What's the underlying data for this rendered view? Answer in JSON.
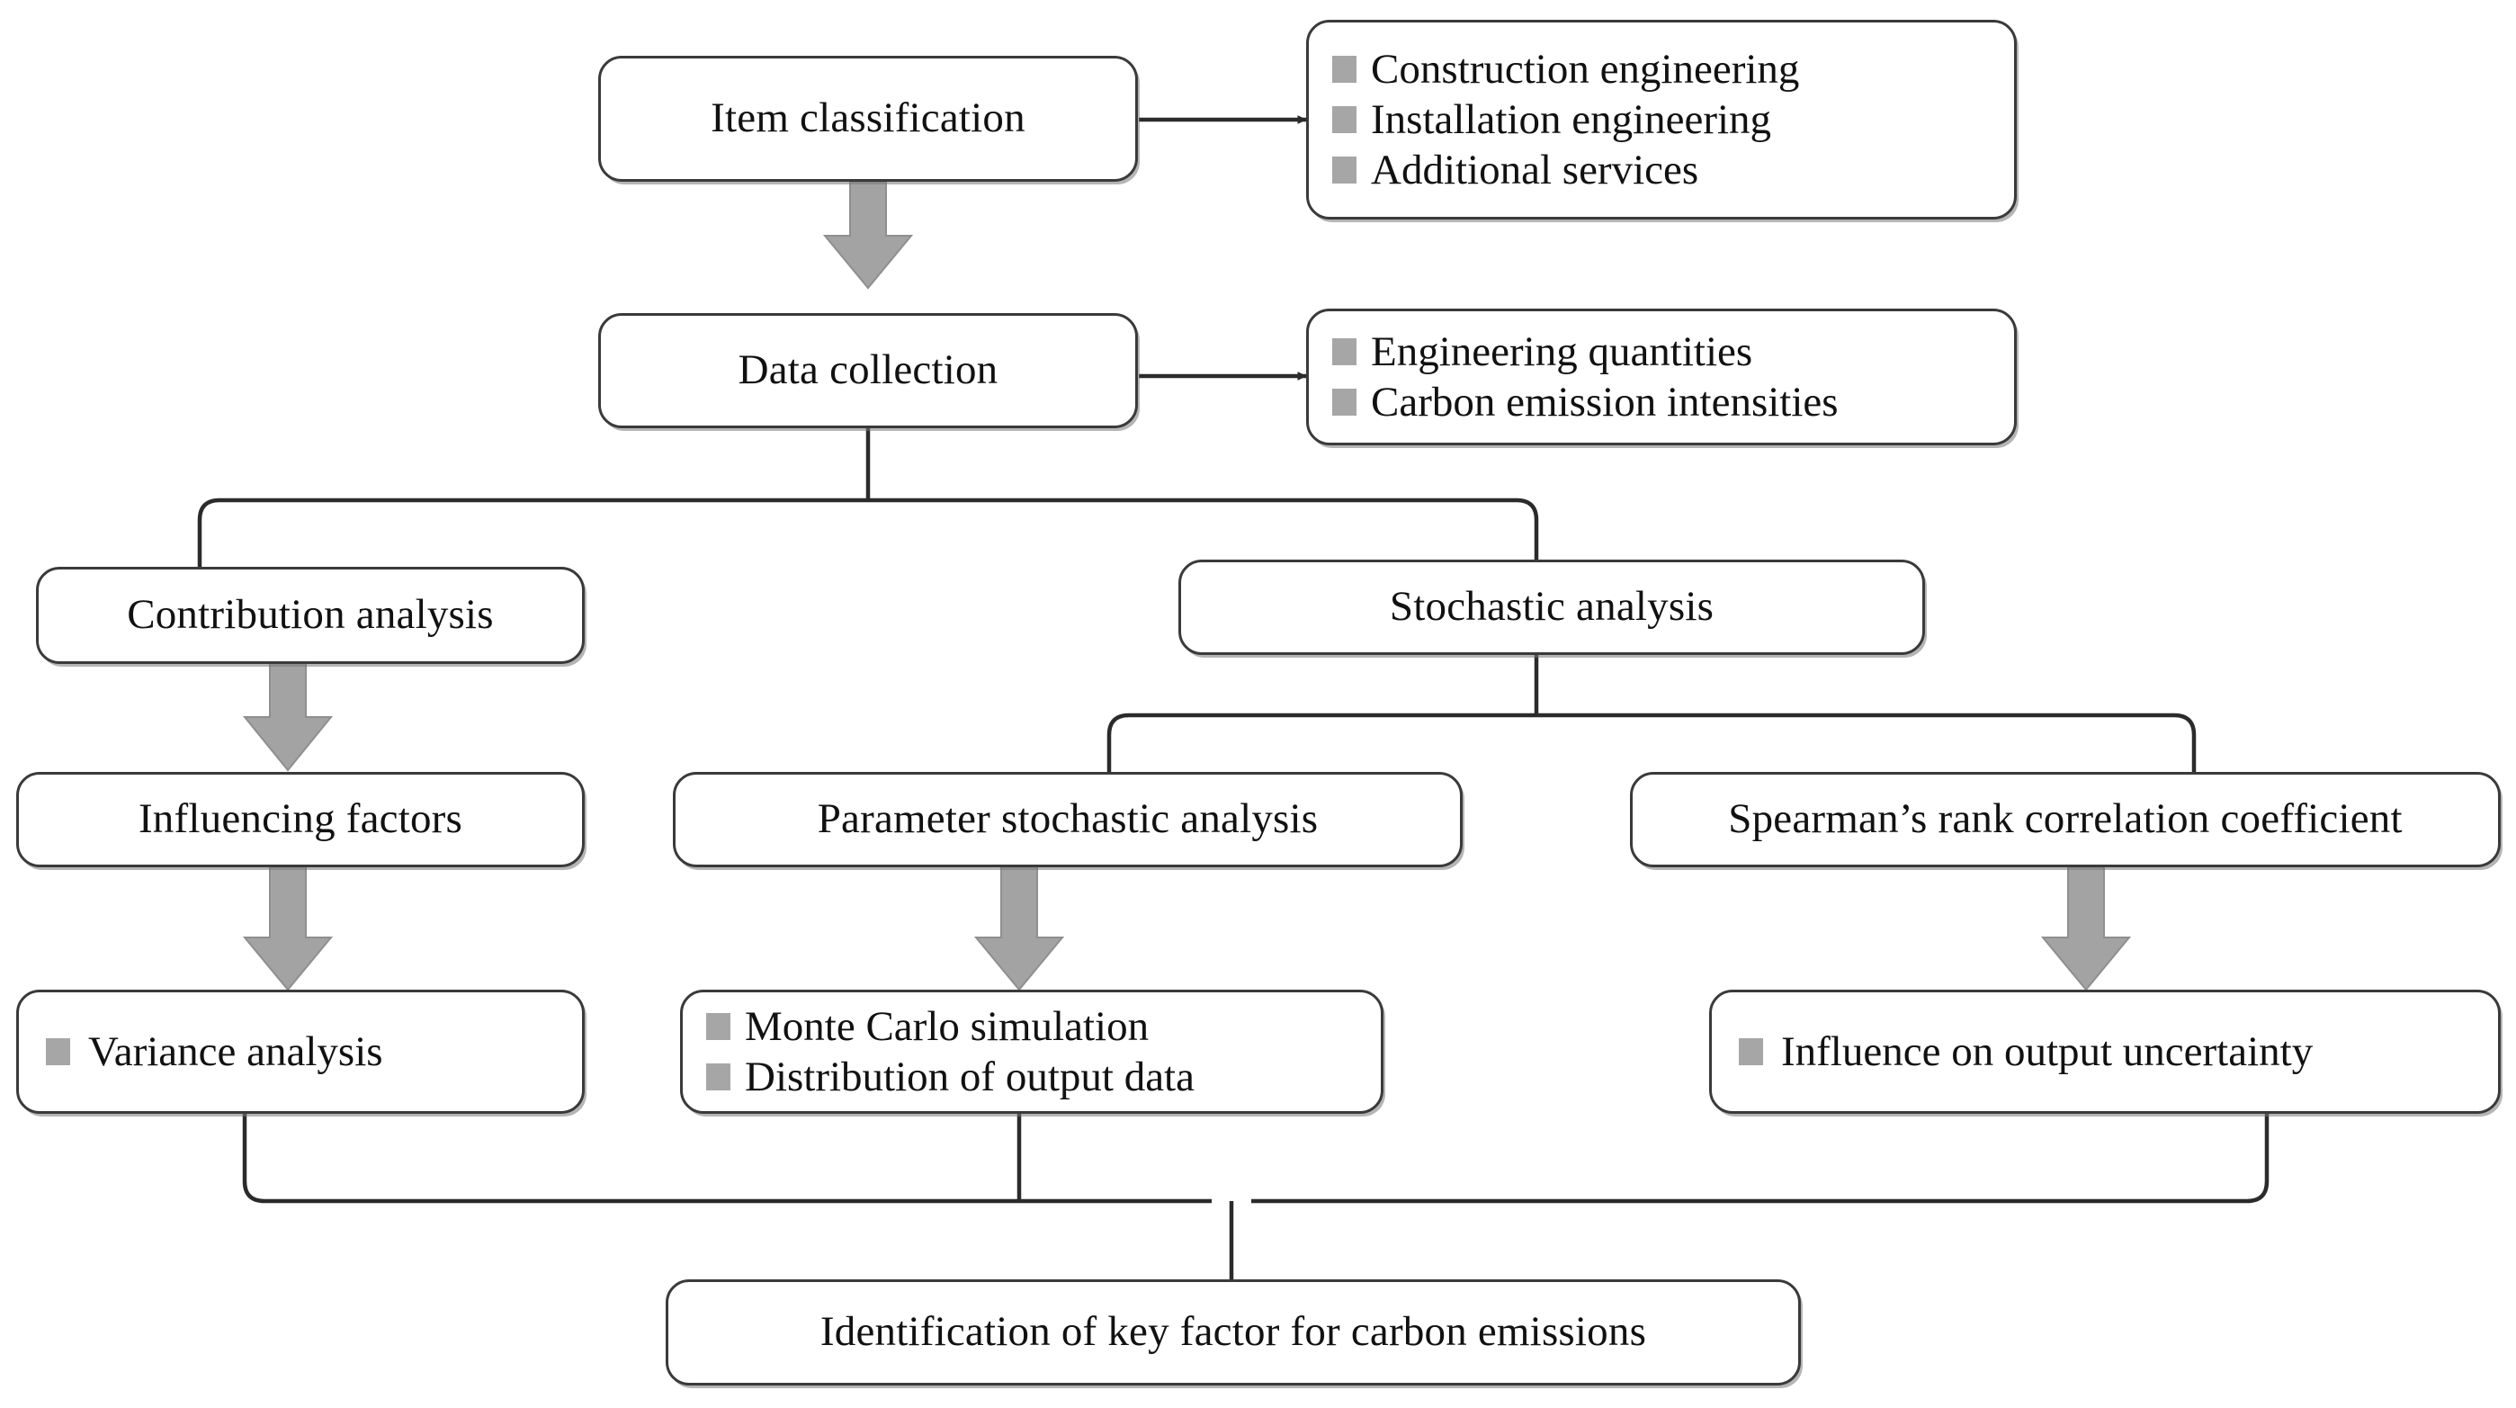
{
  "diagram": {
    "title": "Research framework flowchart for carbon emission key factor identification",
    "colors": {
      "box_border": "#3a3a3a",
      "box_fill": "#ffffff",
      "bullet": "#a6a6a6",
      "block_arrow": "#a3a3a3",
      "block_arrow_stroke": "#8f8f8f",
      "connector": "#2b2b2b",
      "text": "#111111"
    },
    "nodes": {
      "item_classification": {
        "label": "Item classification"
      },
      "item_classification_list": {
        "items": [
          {
            "bullet": "square-bullet",
            "text": "Construction engineering"
          },
          {
            "bullet": "square-bullet",
            "text": "Installation engineering"
          },
          {
            "bullet": "square-bullet",
            "text": "Additional services"
          }
        ]
      },
      "data_collection": {
        "label": "Data collection"
      },
      "data_collection_list": {
        "items": [
          {
            "bullet": "square-bullet",
            "text": "Engineering quantities"
          },
          {
            "bullet": "square-bullet",
            "text": "Carbon emission intensities"
          }
        ]
      },
      "contribution_analysis": {
        "label": "Contribution analysis"
      },
      "stochastic_analysis": {
        "label": "Stochastic analysis"
      },
      "influencing_factors": {
        "label": "Influencing factors"
      },
      "parameter_stochastic_analysis": {
        "label": "Parameter stochastic analysis"
      },
      "spearman_rank": {
        "label": "Spearman’s rank correlation coefficient"
      },
      "variance_analysis": {
        "items": [
          {
            "bullet": "square-bullet",
            "text": "Variance analysis"
          }
        ]
      },
      "monte_carlo": {
        "items": [
          {
            "bullet": "square-bullet",
            "text": "Monte Carlo simulation"
          },
          {
            "bullet": "square-bullet",
            "text": "Distribution of output data"
          }
        ]
      },
      "influence_uncertainty": {
        "items": [
          {
            "bullet": "square-bullet",
            "text": "Influence on output uncertainty"
          }
        ]
      },
      "identification": {
        "label": "Identification of key factor for carbon emissions"
      }
    },
    "connectors": [
      {
        "name": "item-classification-to-list",
        "kind": "thin-arrow"
      },
      {
        "name": "item-classification-to-data-collection",
        "kind": "block-arrow"
      },
      {
        "name": "data-collection-to-list",
        "kind": "thin-arrow"
      },
      {
        "name": "data-collection-split",
        "kind": "branch"
      },
      {
        "name": "contribution-to-influencing",
        "kind": "block-arrow"
      },
      {
        "name": "stochastic-split",
        "kind": "branch"
      },
      {
        "name": "influencing-to-variance",
        "kind": "block-arrow"
      },
      {
        "name": "parameter-to-monte-carlo",
        "kind": "block-arrow"
      },
      {
        "name": "spearman-to-influence",
        "kind": "block-arrow"
      },
      {
        "name": "merge-to-identification",
        "kind": "merge"
      }
    ]
  }
}
